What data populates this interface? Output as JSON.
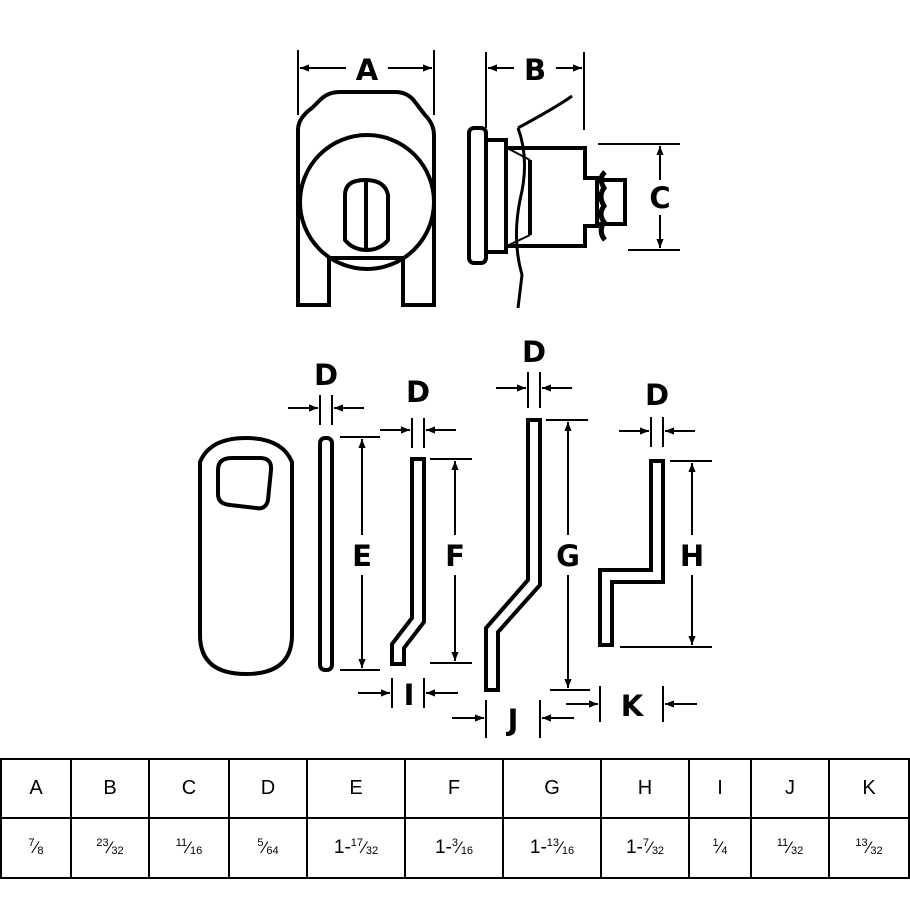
{
  "diagram": {
    "labels": {
      "A": "A",
      "B": "B",
      "C": "C",
      "D": "D",
      "E": "E",
      "F": "F",
      "G": "G",
      "H": "H",
      "I": "I",
      "J": "J",
      "K": "K"
    },
    "stroke_color": "#000000"
  },
  "table": {
    "headers": [
      "A",
      "B",
      "C",
      "D",
      "E",
      "F",
      "G",
      "H",
      "I",
      "J",
      "K"
    ],
    "values": [
      {
        "whole": "",
        "num": "7",
        "den": "8"
      },
      {
        "whole": "",
        "num": "23",
        "den": "32"
      },
      {
        "whole": "",
        "num": "11",
        "den": "16"
      },
      {
        "whole": "",
        "num": "5",
        "den": "64"
      },
      {
        "whole": "1-",
        "num": "17",
        "den": "32"
      },
      {
        "whole": "1-",
        "num": "3",
        "den": "16"
      },
      {
        "whole": "1-",
        "num": "13",
        "den": "16"
      },
      {
        "whole": "1-",
        "num": "7",
        "den": "32"
      },
      {
        "whole": "",
        "num": "1",
        "den": "4"
      },
      {
        "whole": "",
        "num": "11",
        "den": "32"
      },
      {
        "whole": "",
        "num": "13",
        "den": "32"
      }
    ]
  }
}
